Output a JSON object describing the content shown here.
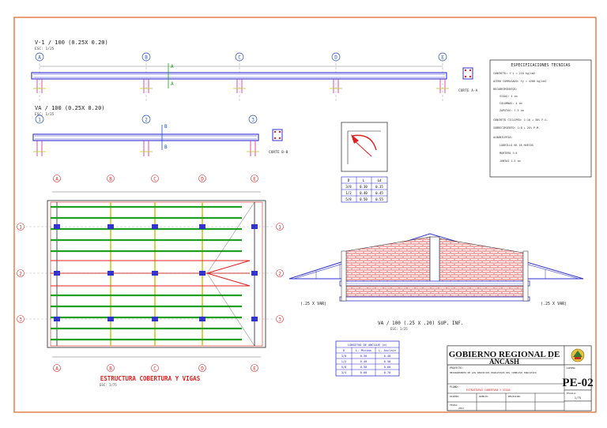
{
  "beam1": {
    "title": "V-1 / 100 (0.25X 0.20)",
    "scale": "ESC: 1/25",
    "axes": [
      "A",
      "B",
      "C",
      "D",
      "E"
    ],
    "cut": "A",
    "section_label": "CORTE A-A"
  },
  "beam2": {
    "title": "VA / 100 (0.25X 0.20)",
    "scale": "ESC: 1/25",
    "axes": [
      "1",
      "2",
      "3"
    ],
    "cut": "B",
    "section_label": "CORTE B-B"
  },
  "specs": {
    "title": "ESPECIFICACIONES TECNICAS",
    "lines": [
      "CONCRETO: f'c = 210 kg/cm2",
      "ACERO CORRUGADO: fy = 4200 kg/cm2",
      "RECUBRIMIENTOS:",
      "VIGAS: 4 cm",
      "COLUMNAS: 4 cm",
      "ZAPATAS: 7.5 cm",
      "CONCRETO CICLOPEO: 1:10 + 30% P.G.",
      "SOBRECIMIENTO: 1:8 + 25% P.M.",
      "ALBANILERIA:",
      "LADRILLO KK 18 HUECOS",
      "MORTERO 1:4",
      "JUNTAS 1.5 cm"
    ]
  },
  "small_table": {
    "header": [
      "D",
      "L",
      "Ld"
    ],
    "rows": [
      [
        "3/8",
        "0.30",
        "0.35"
      ],
      [
        "1/2",
        "0.40",
        "0.45"
      ],
      [
        "5/8",
        "0.50",
        "0.55"
      ]
    ]
  },
  "plan": {
    "col_axes": [
      "A",
      "B",
      "C",
      "D",
      "E"
    ],
    "row_axes": [
      "1",
      "2",
      "3"
    ],
    "title": "ESTRUCTURA COBERTURA Y VIGAS",
    "scale": "ESC: 1/75"
  },
  "elevation": {
    "title": "VA / 100 (.25 X .20) SUP. INF.",
    "scale": "ESC: 1/25",
    "left_note": "(.25 X VAR)",
    "right_note": "(.25 X VAR)"
  },
  "steel_table": {
    "title": "LONGITUD DE ANCLAJE (m)",
    "header": [
      "D",
      "L. Minima",
      "L. Anclaje"
    ],
    "rows": [
      [
        "3/8",
        "0.30",
        "0.40"
      ],
      [
        "1/2",
        "0.40",
        "0.50"
      ],
      [
        "5/8",
        "0.50",
        "0.60"
      ],
      [
        "3/4",
        "0.60",
        "0.70"
      ]
    ]
  },
  "title_block": {
    "org_line1": "GOBIERNO REGIONAL DE",
    "org_line2": "ANCASH",
    "project_label": "PROYECTO:",
    "project_text": "MEJORAMIENTO DE LOS SERVICIOS EDUCATIVOS DEL COMPLEJO EDUCATIVO",
    "plano_label": "PLANO:",
    "plano_text": "ESTRUCTURAS COBERTURA Y VIGAS",
    "sheet_label": "LAMINA",
    "sheet_code": "PE-02",
    "escala_label": "ESCALA:",
    "escala_value": "1/75",
    "diseno_label": "DISEÑO:",
    "dibujo_label": "DIBUJO:",
    "revision_label": "REVISION:",
    "fecha_label": "FECHA:",
    "fecha_value": "2017"
  },
  "colors": {
    "border": "#e06020",
    "beam": "#3030d0",
    "column_mark": "#d020a0",
    "green": "#20a020",
    "red": "#e02020",
    "yellow": "#c8c820",
    "brick": "#e06060",
    "table_blue": "#2020c0"
  }
}
